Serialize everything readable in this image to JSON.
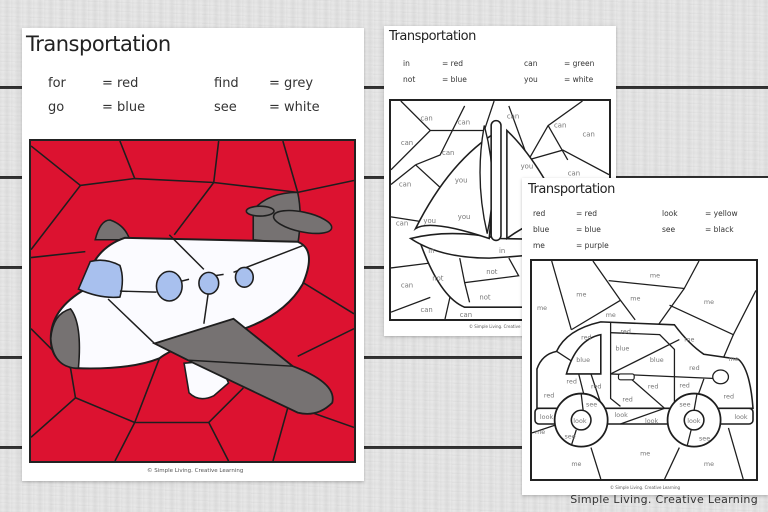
{
  "sheets": [
    {
      "title": "Transportation",
      "picture_subject": "airplane",
      "key": [
        {
          "word": "for",
          "color": "= red"
        },
        {
          "word": "go",
          "color": "= blue"
        },
        {
          "word": "find",
          "color": "= grey"
        },
        {
          "word": "see",
          "color": "= white"
        }
      ],
      "copyright": "© Simple Living. Creative Learning"
    },
    {
      "title": "Transportation",
      "picture_subject": "sailboat",
      "key": [
        {
          "word": "in",
          "color": "= red"
        },
        {
          "word": "not",
          "color": "= blue"
        },
        {
          "word": "can",
          "color": "= green"
        },
        {
          "word": "you",
          "color": "= white"
        }
      ],
      "region_words": {
        "can": "can",
        "you": "you",
        "in": "in",
        "not": "not"
      },
      "copyright": "© Simple Living. Creative Learning"
    },
    {
      "title": "Transportation",
      "picture_subject": "car",
      "key": [
        {
          "word": "red",
          "color": "= red"
        },
        {
          "word": "blue",
          "color": "= blue"
        },
        {
          "word": "me",
          "color": "= purple"
        },
        {
          "word": "look",
          "color": "= yellow"
        },
        {
          "word": "see",
          "color": "= black"
        }
      ],
      "region_words": {
        "me": "me",
        "red": "red",
        "blue": "blue",
        "look": "look",
        "see": "see"
      },
      "copyright": "© Simple Living. Creative Learning"
    }
  ],
  "colors": {
    "red": "#dc1230",
    "grey": "#767272",
    "white": "#fbfbff",
    "blue": "#a8c0ee",
    "outline": "#1e1e1e"
  },
  "watermark": "Simple Living. Creative Learning"
}
